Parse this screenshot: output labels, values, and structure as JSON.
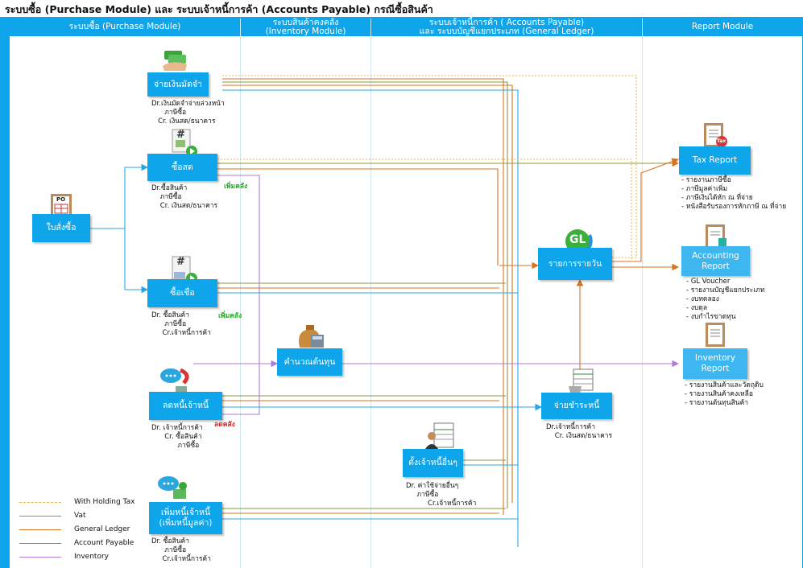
{
  "title": "ระบบซื้อ (Purchase Module) และ ระบบเจ้าหนี้การค้า (Accounts Payable) กรณีซื้อสินค้า",
  "columns": {
    "purchase": "ระบบซื้อ (Purchase Module)",
    "inventory_line1": "ระบบสินค้าคงคลัง",
    "inventory_line2": "(Inventory Module)",
    "ap_line1": "ระบบเจ้าหนี้การค้า ( Accounts Payable)",
    "ap_line2": "และ ระบบบัญชีแยกประเภท (General Ledger)",
    "report": "Report Module"
  },
  "boxes": {
    "deposit": "จ่ายเงินมัดจำ",
    "cash_buy": "ซื้อสด",
    "purchase_order": "ใบสั่งซื้อ",
    "credit_buy": "ซื้อเชื่อ",
    "cost_calc": "คำนวณต้นทุน",
    "debit_note": "ลดหนี้เจ้าหนี้",
    "credit_note_line1": "เพิ่มหนี้เจ้าหนี้",
    "credit_note_line2": "(เพิ่มหนี้มูลค่า)",
    "other_payable": "ตั้งเจ้าหนี้อื่นๆ",
    "daily_journal": "รายการรายวัน",
    "payment": "จ่ายชำระหนี้",
    "tax_report": "Tax Report",
    "accounting_report_line1": "Accounting",
    "accounting_report_line2": "Report",
    "inventory_report_line1": "Inventory",
    "inventory_report_line2": "Report"
  },
  "notes": {
    "deposit": "Dr.เงินมัดจำจ่ายล่วงหน้า\n      ภาษีซื้อ\n   Cr. เงินสด/ธนาคาร",
    "cash_buy": "Dr.ซื้อสินค้า\n    ภาษีซื้อ\n    Cr. เงินสด/ธนาคาร",
    "credit_buy": "Dr. ซื้อสินค้า\n      ภาษีซื้อ\n     Cr.เจ้าหนี้การค้า",
    "debit_note": "Dr. เจ้าหนี้การค้า\n      Cr. ซื้อสินค้า\n            ภาษีซื้อ",
    "credit_note": "Dr. ซื้อสินค้า\n      ภาษีซื้อ\n     Cr.เจ้าหนี้การค้า",
    "other_payable": "Dr. ค่าใช้จ่ายอื่นๆ\n     ภาษีซื้อ\n          Cr.เจ้าหนี้การค้า",
    "payment": "Dr.เจ้าหนี้การค้า\n    Cr. เงินสด/ธนาคาร",
    "tax_report": "- รายงานภาษีซื้อ\n- ภาษีมูลค่าเพิ่ม\n- ภาษีเงินได้หัก ณ ที่จ่าย\n- หนังสือรับรองการหักภาษี ณ ที่จ่าย",
    "accounting_report": "- GL Voucher\n- รายงานบัญชีแยกประเภท\n- งบทดลอง\n- งบดุล\n- งบกำไรขาดทุน",
    "inventory_report": "- รายงานสินค้าและวัตถุดิบ\n- รายงานสินค้าคงเหลือ\n- รายงานต้นทุนสินค้า"
  },
  "tags": {
    "stock_in_1": "เพิ่มคลัง",
    "stock_in_2": "เพิ่มคลัง",
    "stock_out": "ลดคลัง"
  },
  "icon_labels": {
    "po": "PO",
    "hash1": "#",
    "hash2": "#",
    "gl": "GL",
    "tax": "Tax"
  },
  "legend": [
    {
      "label": "With Holding Tax",
      "color": "#e8b94a",
      "dashed": true
    },
    {
      "label": "Vat",
      "color": "#8a9a3a",
      "dashed": false
    },
    {
      "label": "General Ledger",
      "color": "#d9731f",
      "dashed": false
    },
    {
      "label": "Account Payable",
      "color": "#28a6e6",
      "dashed": false
    },
    {
      "label": "Inventory",
      "color": "#b07ad8",
      "dashed": false
    }
  ],
  "colors": {
    "frame": "#0ea5ea",
    "box": "#0ea5ea",
    "stock_in": "#22a822",
    "stock_out": "#e02020"
  }
}
